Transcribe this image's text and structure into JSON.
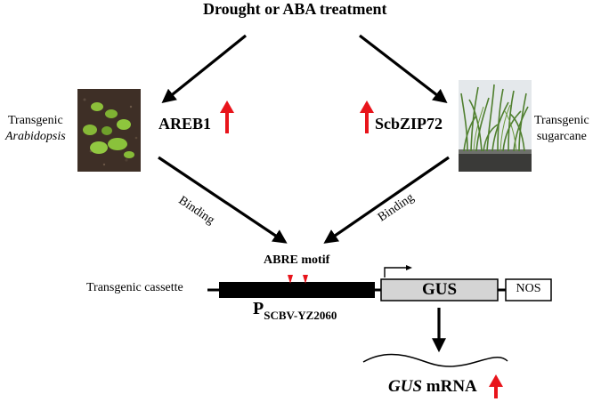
{
  "title": "Drought or ABA treatment",
  "left": {
    "organism_line1": "Transgenic",
    "organism_line2": "Arabidopsis",
    "gene": "AREB1",
    "binding": "Binding",
    "photo_icon": "arabidopsis-seedling-photo"
  },
  "right": {
    "organism_line1": "Transgenic",
    "organism_line2": "sugarcane",
    "gene": "ScbZIP72",
    "binding": "Binding",
    "photo_icon": "sugarcane-plantlets-photo"
  },
  "construct": {
    "motif_label": "ABRE motif",
    "cassette_label": "Transgenic cassette",
    "promoter_main": "P",
    "promoter_sub": "SCBV-YZ2060",
    "reporter": "GUS",
    "terminator": "NOS"
  },
  "output": {
    "mrna_italic": "GUS",
    "mrna_rest": "mRNA"
  },
  "colors": {
    "arrow": "#000000",
    "up_arrow": "#e8141b",
    "gus_fill": "#d4d4d4",
    "promoter_fill": "#000000",
    "motif": "#e8141b"
  }
}
